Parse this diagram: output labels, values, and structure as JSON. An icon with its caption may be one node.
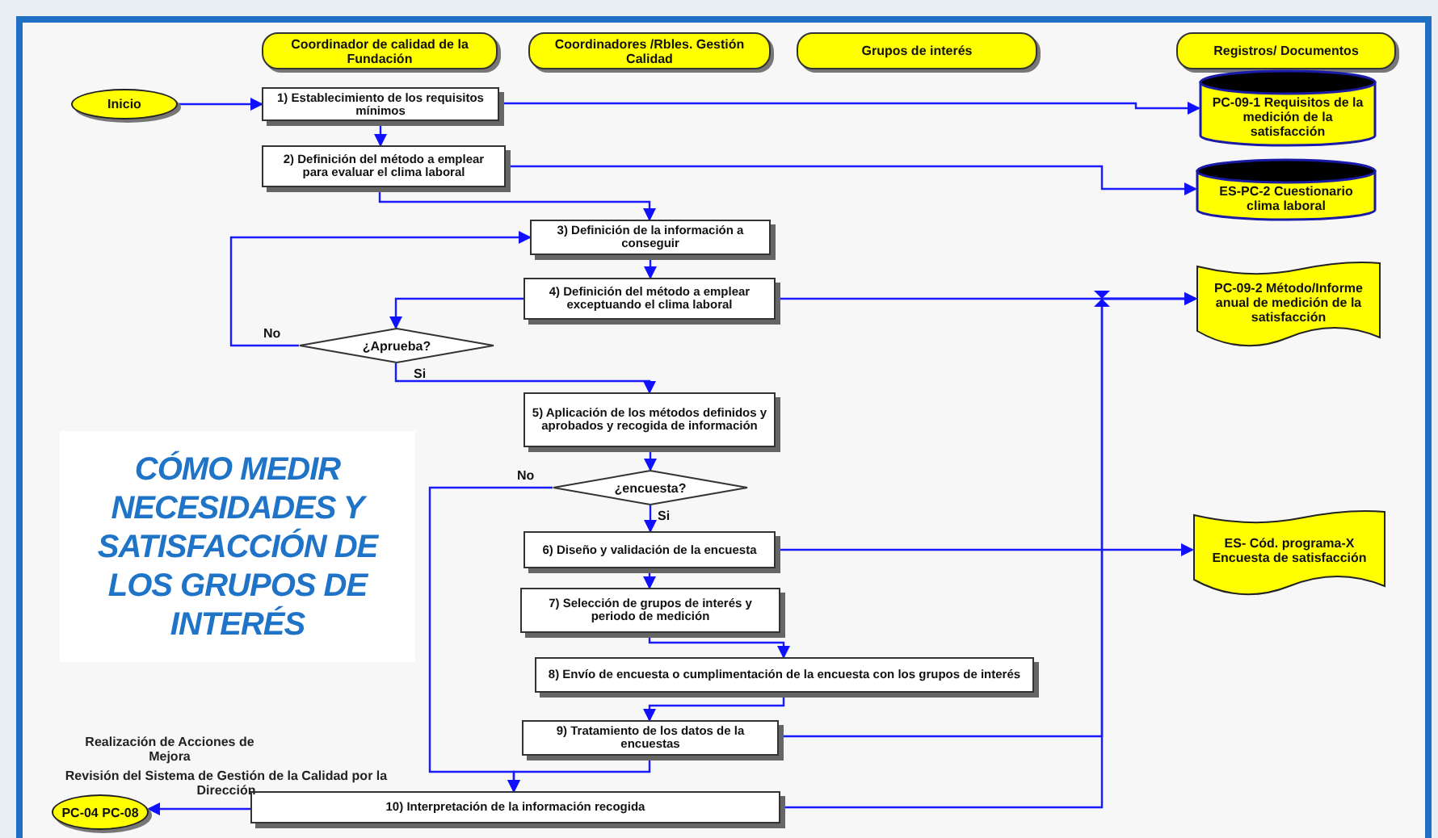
{
  "diagram": {
    "title": "CÓMO MEDIR NECESIDADES Y SATISFACCIÓN DE LOS GRUPOS DE INTERÉS",
    "nodes": [
      {
        "text": [
          "Coordinador de calidad de la Fundación"
        ]
      },
      {
        "text": [
          "Coordinadores /Rbles. Gestión Calidad"
        ]
      },
      {
        "text": [
          "Grupos de interés"
        ]
      },
      {
        "text": [
          "Registros/ Documentos"
        ]
      },
      {
        "text": [
          "Inicio"
        ]
      },
      {
        "text": [
          "1) Establecimiento de los requisitos mínimos"
        ]
      },
      {
        "text": [
          "2) Definición del método a emplear para evaluar el clima laboral"
        ]
      },
      {
        "text": [
          "3) Definición de la información a conseguir"
        ]
      },
      {
        "text": [
          "4) Definición del método a emplear exceptuando el clima laboral"
        ]
      },
      {
        "text": [
          "¿Aprueba?"
        ]
      },
      {
        "text": [
          "5) Aplicación de los métodos definidos y aprobados y recogida de información"
        ]
      },
      {
        "text": [
          "¿encuesta?"
        ]
      },
      {
        "text": [
          "6) Diseño y validación de la encuesta"
        ]
      },
      {
        "text": [
          "7) Selección de grupos de interés y periodo de medición"
        ]
      },
      {
        "text": [
          "8) Envío de encuesta o cumplimentación de la encuesta con los grupos de interés"
        ]
      },
      {
        "text": [
          "9) Tratamiento de los datos de la encuestas"
        ]
      },
      {
        "text": [
          "10) Interpretación de la información recogida"
        ]
      },
      {
        "text": [
          "PC-04 PC-08"
        ]
      },
      {
        "text": [
          "PC-09-1 Requisitos de la medición de la satisfacción"
        ]
      },
      {
        "text": [
          "ES-PC-2 Cuestionario clima laboral"
        ]
      },
      {
        "text": [
          "PC-09-2 Método/Informe anual de medición de la satisfacción"
        ]
      },
      {
        "text": [
          "ES- Cód. programa-X Encuesta de satisfacción"
        ]
      }
    ],
    "edges": [
      {
        "from": 4,
        "to": 5,
        "arrow": "to"
      },
      {
        "from": 5,
        "to": 6,
        "arrow": "to"
      },
      {
        "from": 6,
        "to": 7,
        "arrow": "to"
      },
      {
        "from": 7,
        "to": 8,
        "arrow": "to"
      },
      {
        "from": 8,
        "to": 9,
        "arrow": "to"
      },
      {
        "from": 9,
        "to": 7,
        "arrow": "to",
        "label": "No"
      },
      {
        "from": 9,
        "to": 10,
        "arrow": "to",
        "label": "Si"
      },
      {
        "from": 10,
        "to": 11,
        "arrow": "to"
      },
      {
        "from": 11,
        "to": 12,
        "arrow": "to",
        "label": "Si"
      },
      {
        "from": 11,
        "to": 16,
        "arrow": "to",
        "label": "No"
      },
      {
        "from": 12,
        "to": 13,
        "arrow": "to"
      },
      {
        "from": 13,
        "to": 14,
        "arrow": "to"
      },
      {
        "from": 14,
        "to": 15,
        "arrow": "to"
      },
      {
        "from": 15,
        "to": 16,
        "arrow": "to"
      },
      {
        "from": 16,
        "to": 17,
        "arrow": "to"
      },
      {
        "from": 5,
        "to": 18,
        "arrow": "to"
      },
      {
        "from": 6,
        "to": 19,
        "arrow": "to"
      },
      {
        "from": 8,
        "to": 20,
        "arrow": "to"
      },
      {
        "from": 12,
        "to": 21,
        "arrow": "to"
      },
      {
        "from": 15,
        "to": 20,
        "arrow": "to"
      },
      {
        "from": 16,
        "to": 20,
        "arrow": "to"
      }
    ],
    "labels": [
      "Realización de Acciones de Mejora",
      "Revisión del Sistema de Gestión de la Calidad por la Dirección"
    ]
  }
}
